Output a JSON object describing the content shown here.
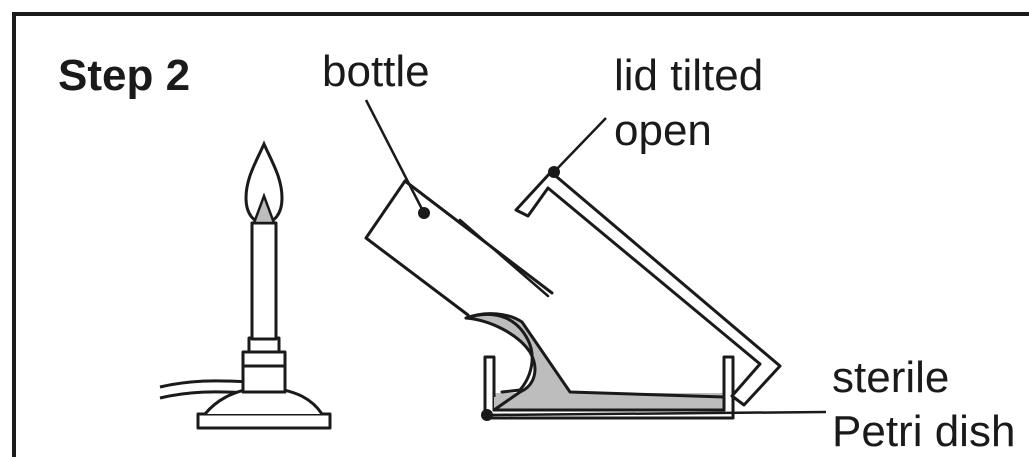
{
  "step_title": "Step 2",
  "labels": {
    "bottle": "bottle",
    "lid_line1": "lid tilted",
    "lid_line2": "open",
    "dish_line1": "sterile",
    "dish_line2": "Petri dish"
  },
  "colors": {
    "stroke": "#1a1a1a",
    "agar": "#bdbdbd",
    "flame_inner": "#bdbdbd",
    "background": "#ffffff"
  },
  "icons": [
    "bunsen-burner-icon",
    "flame-icon",
    "bottle-icon",
    "petri-dish-icon",
    "lid-icon"
  ]
}
